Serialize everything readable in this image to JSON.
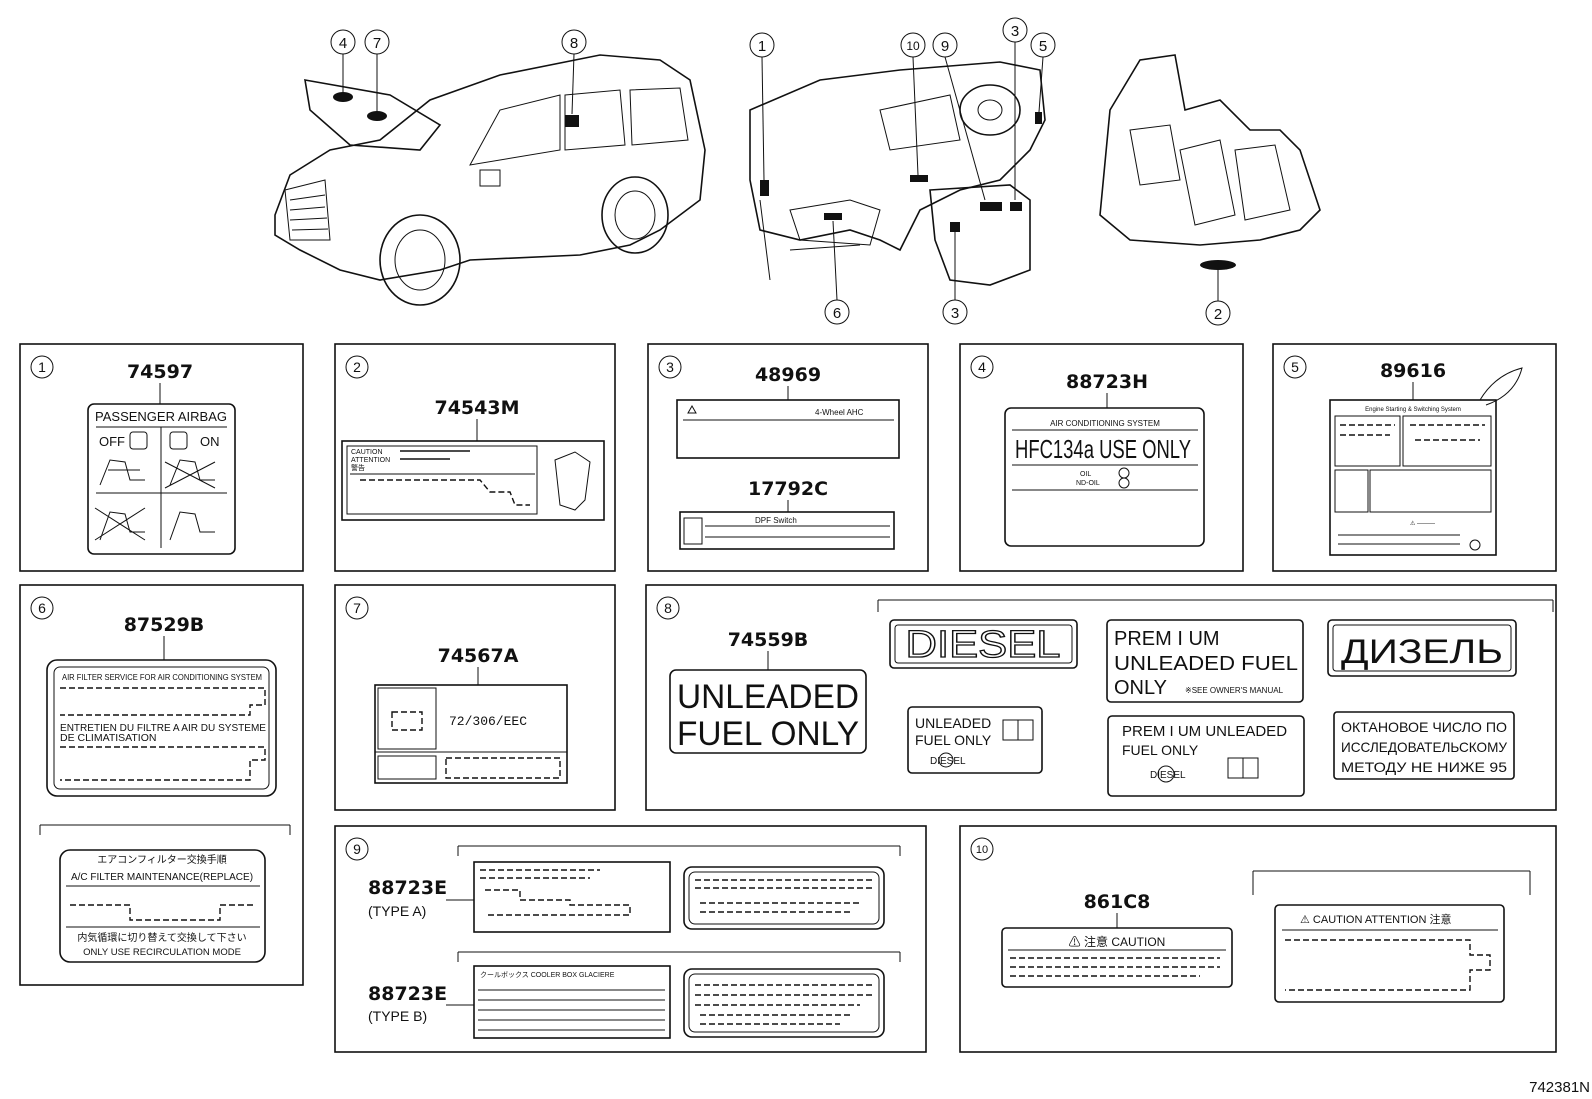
{
  "diagram": {
    "drawing_number": "742381N",
    "callouts": {
      "exterior": [
        "4",
        "7",
        "8"
      ],
      "interior": [
        "1",
        "10",
        "9",
        "3",
        "5",
        "6",
        "3"
      ],
      "rear": [
        "2"
      ]
    },
    "panels": [
      {
        "id": "1",
        "part": "74597",
        "label_title": "PASSENGER AIRBAG",
        "off": "OFF",
        "on": "ON"
      },
      {
        "id": "2",
        "part": "74543M",
        "lines": [
          "CAUTION",
          "ATTENTION",
          "警告"
        ]
      },
      {
        "id": "3",
        "parts": [
          "48969",
          "17792C"
        ],
        "label_a": "4-Wheel AHC",
        "label_b": "DPF Switch"
      },
      {
        "id": "4",
        "part": "88723H",
        "header": "AIR CONDITIONING SYSTEM",
        "main": "HFC134a USE ONLY",
        "oil": "OIL",
        "oil2": "ND-OIL"
      },
      {
        "id": "5",
        "part": "89616",
        "header": "Engine Starting & Switching System"
      },
      {
        "id": "6",
        "part": "87529B",
        "en": "AIR FILTER SERVICE FOR AIR CONDITIONING SYSTEM",
        "fr1": "ENTRETIEN DU FILTRE A AIR DU SYSTEME",
        "fr2": "DE CLIMATISATION",
        "jp": "エアコンフィルター交換手順",
        "jp_en": "A/C FILTER MAINTENANCE(REPLACE)",
        "jp2": "内気循環に切り替えて交換して下さい",
        "jp2_en": "ONLY USE RECIRCULATION MODE"
      },
      {
        "id": "7",
        "part": "74567A",
        "code": "72/306/EEC"
      },
      {
        "id": "8",
        "part": "74559B",
        "unleaded1": "UNLEADED",
        "unleaded2": "FUEL ONLY",
        "diesel": "DIESEL",
        "premium1": "PREM I UM",
        "premium2": "UNLEADED FUEL",
        "premium3": "ONLY",
        "premium_note": "※SEE OWNER'S MANUAL",
        "ru_diesel": "ДИЗЕЛЬ",
        "small_unl1": "UNLEADED",
        "small_unl2": "FUEL ONLY",
        "small_diesel": "DIESEL",
        "prem2_1": "PREM I UM  UNLEADED",
        "prem2_2": "FUEL ONLY",
        "prem2_diesel": "DIESEL",
        "ru_octane1": "ОКТАНОВОЕ ЧИСЛО ПО",
        "ru_octane2": "ИССЛЕДОВАТЕЛЬСКОМУ",
        "ru_octane3": "МЕТОДУ НЕ НИЖЕ 95"
      },
      {
        "id": "9",
        "part_a": "88723E",
        "type_a": "(TYPE  A)",
        "part_b": "88723E",
        "type_b": "(TYPE  B)",
        "cool_box": "クールボックス  COOLER BOX  GLACIERE"
      },
      {
        "id": "10",
        "part": "861C8",
        "caution": "⚠ 注意  CAUTION",
        "caution2": "⚠ CAUTION  ATTENTION 注意"
      }
    ]
  }
}
